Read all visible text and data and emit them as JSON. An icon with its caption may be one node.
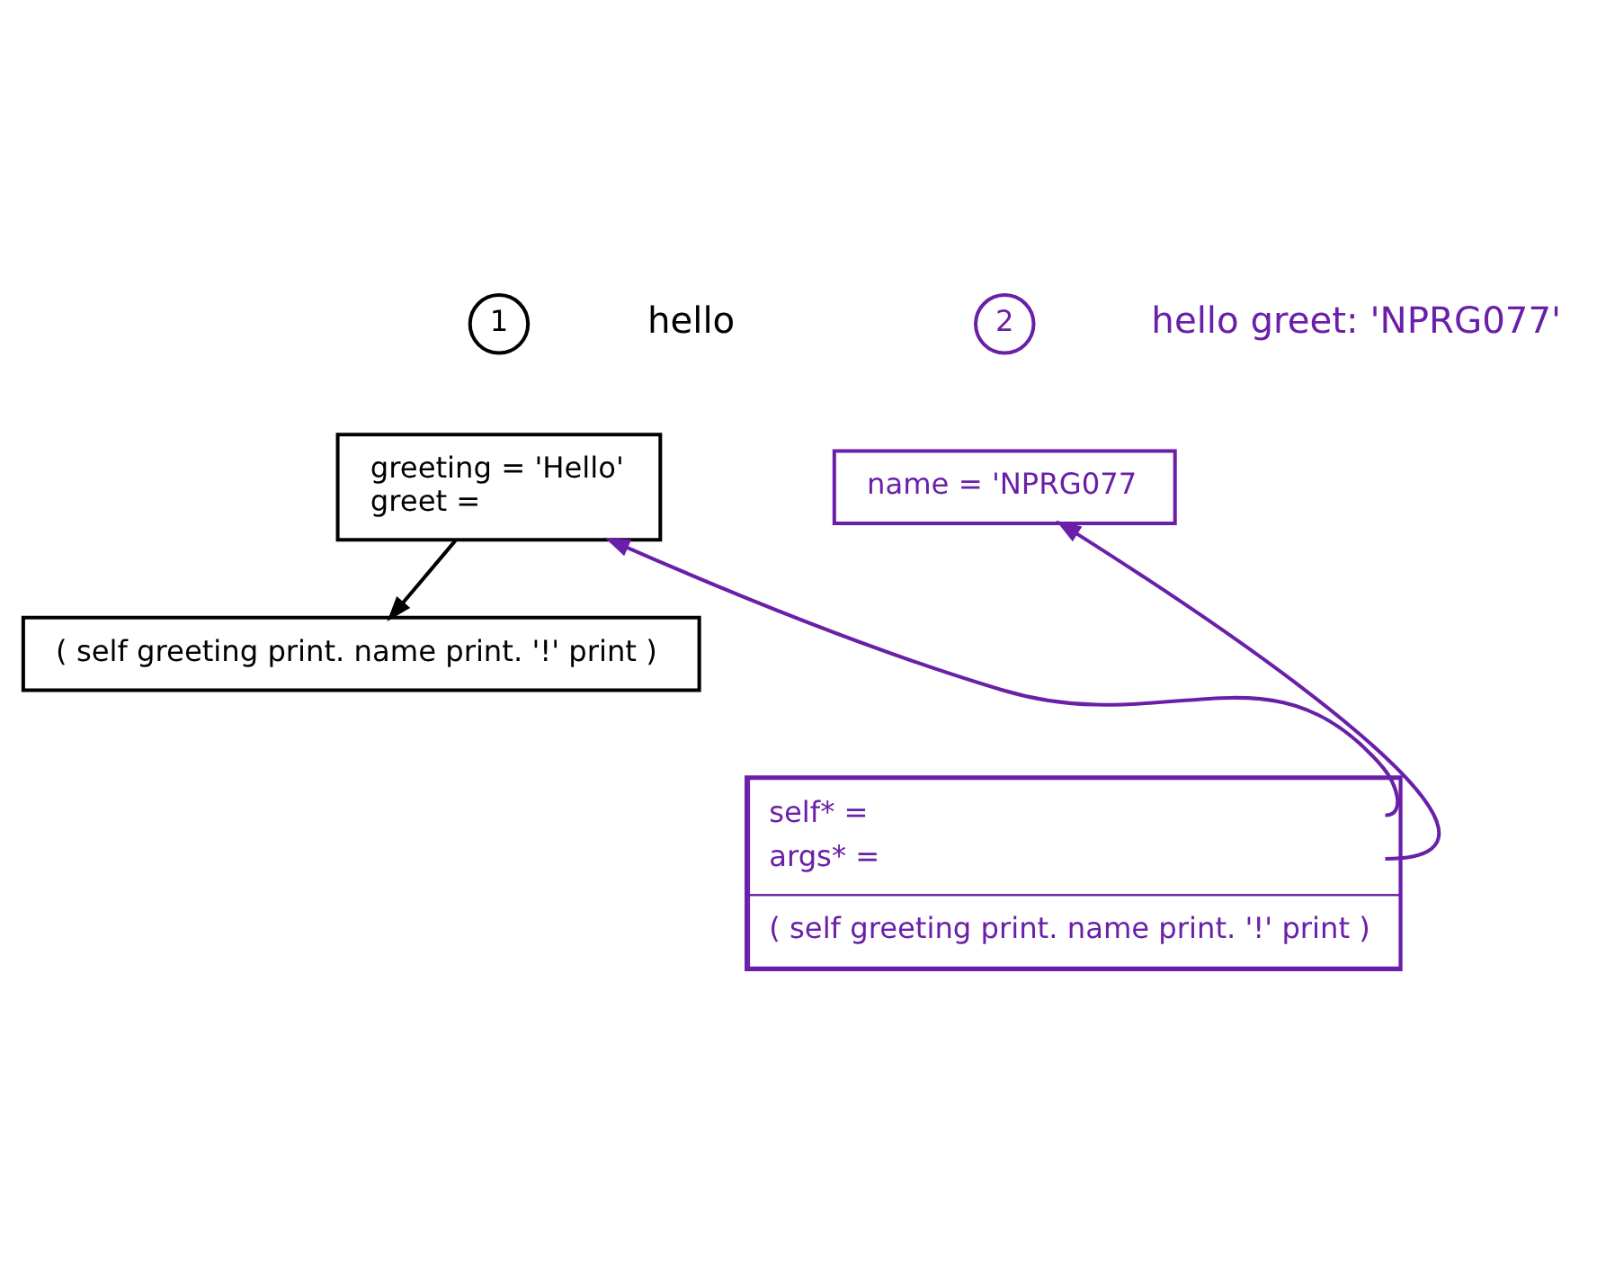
{
  "diagram": {
    "nodes": [
      {
        "text": [
          "1"
        ],
        "beside": [
          "hello"
        ]
      },
      {
        "text": [
          "greeting = 'Hello'",
          "greet ="
        ]
      },
      {
        "text": [
          "( self greeting print. name print. '!' print )"
        ]
      },
      {
        "text": [
          "2"
        ],
        "beside": [
          "hello greet: 'NPRG077'"
        ]
      },
      {
        "text": [
          "name = 'NPRG077"
        ]
      },
      {
        "text": [
          "self* =",
          "args* =",
          "( self greeting print. name print. '!' print )"
        ]
      }
    ],
    "edges": [
      {
        "from": 1,
        "to": 2,
        "arrow": "to",
        "color": "#000000"
      },
      {
        "from": 5,
        "to": 1,
        "arrow": "to"
      },
      {
        "from": 5,
        "to": 4,
        "arrow": "to"
      }
    ]
  }
}
